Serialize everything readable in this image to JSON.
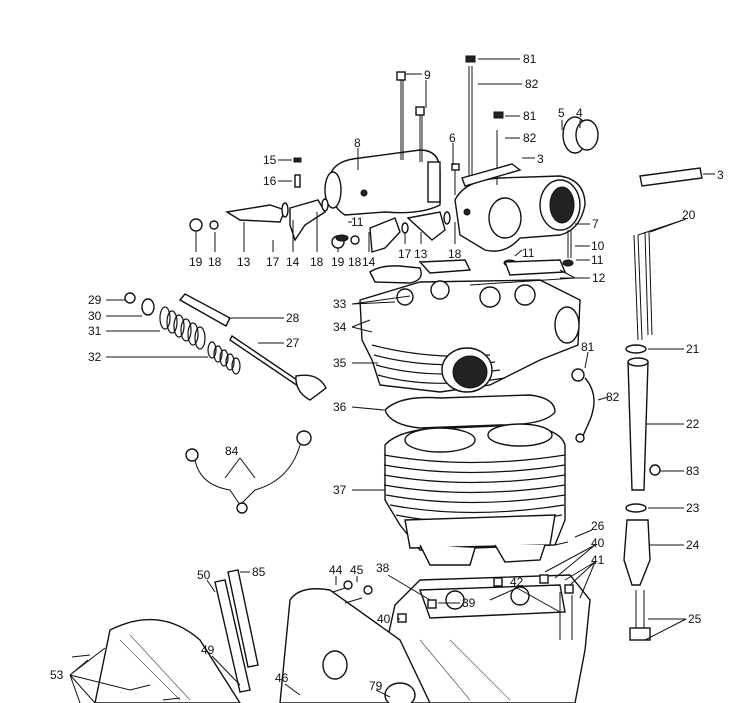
{
  "diagram": {
    "labels": [
      "81",
      "82",
      "81",
      "82",
      "3",
      "5",
      "4",
      "3",
      "9",
      "9",
      "8",
      "6",
      "15",
      "16",
      "7",
      "10",
      "11",
      "11",
      "11",
      "12",
      "19",
      "18",
      "13",
      "17",
      "14",
      "18",
      "19",
      "18",
      "14",
      "17",
      "13",
      "18",
      "20",
      "21",
      "22",
      "83",
      "23",
      "24",
      "25",
      "29",
      "30",
      "31",
      "32",
      "28",
      "27",
      "33",
      "34",
      "35",
      "36",
      "37",
      "81",
      "82",
      "84",
      "26",
      "40",
      "41",
      "38",
      "39",
      "42",
      "40",
      "44",
      "45",
      "50",
      "85",
      "49",
      "46",
      "79",
      "53"
    ]
  }
}
